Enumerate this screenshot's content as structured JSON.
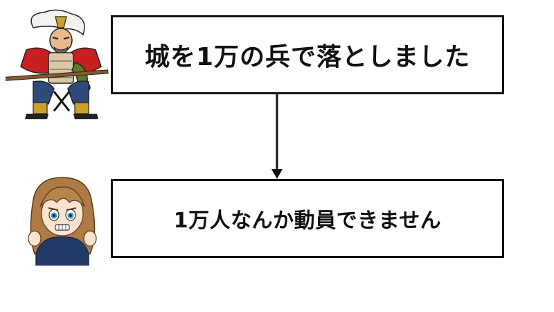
{
  "flow": {
    "steps": [
      {
        "text": "城を1万の兵で落としました",
        "speaker": "samurai-warlord-illustration"
      },
      {
        "text": "1万人なんか動員できません",
        "speaker": "worried-girl-illustration"
      }
    ]
  },
  "colors": {
    "border": "#111111",
    "text": "#111111",
    "background": "#ffffff"
  }
}
